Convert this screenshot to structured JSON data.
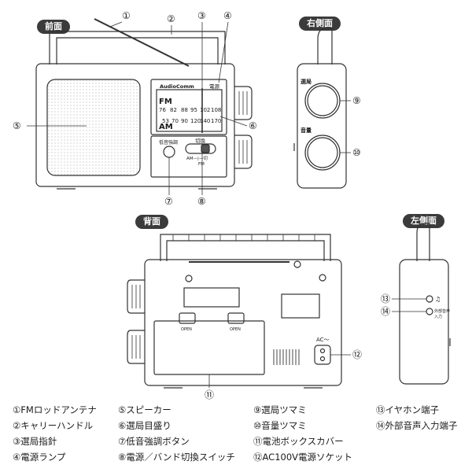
{
  "views": {
    "front": "前面",
    "right": "右側面",
    "back": "背面",
    "left": "左側面"
  },
  "callouts": [
    "①",
    "②",
    "③",
    "④",
    "⑤",
    "⑥",
    "⑦",
    "⑧",
    "⑨",
    "⑩",
    "⑪",
    "⑫",
    "⑬",
    "⑭"
  ],
  "device_text": {
    "brand": "AudioComm",
    "power": "電源",
    "fm": "FM",
    "am": "AM",
    "fm_scale": [
      "76",
      "82",
      "88",
      "95",
      "102",
      "108"
    ],
    "am_scale": [
      "53",
      "70",
      "90",
      "120",
      "140",
      "170"
    ],
    "dx_label": "低音強調",
    "switch_label": "切換",
    "switch_positions": "AM—|—切\n    FM",
    "tuning_label": "選局",
    "volume_label": "音量",
    "open": "OPEN",
    "ac": "AC～",
    "ext_input": "外部音声\n入力"
  },
  "legend": [
    "①FMロッドアンテナ",
    "②キャリーハンドル",
    "③選局指針",
    "④電源ランプ",
    "⑤スピーカー",
    "⑥選局目盛り",
    "⑦低音強調ボタン",
    "⑧電源／バンド切換スイッチ",
    "⑨選局ツマミ",
    "⑩音量ツマミ",
    "⑪電池ボックスカバー",
    "⑫AC100V電源ソケット",
    "⑬イヤホン端子",
    "⑭外部音声入力端子"
  ]
}
